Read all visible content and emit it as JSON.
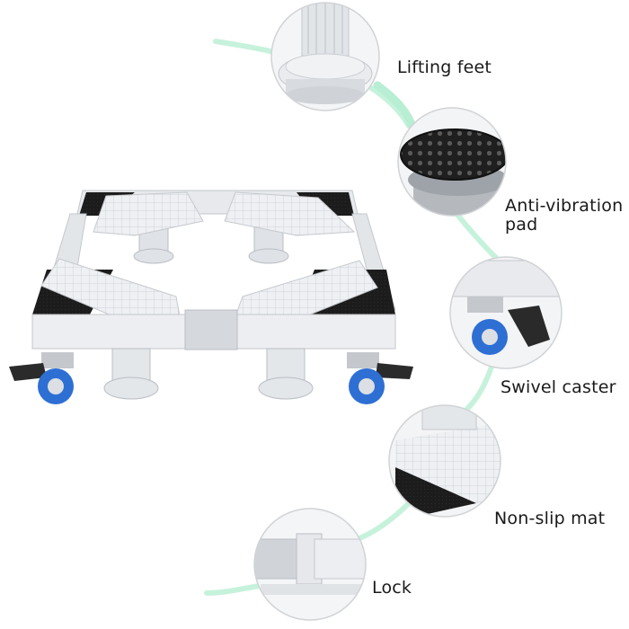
{
  "callouts": {
    "lifting_feet": "Lifting feet",
    "anti_vibration_line1": "Anti-vibration",
    "anti_vibration_line2": "pad",
    "swivel_caster": "Swivel caster",
    "non_slip_mat": "Non-slip mat",
    "lock": "Lock"
  },
  "colors": {
    "frame": "#e9ebee",
    "frame_shadow": "#c9cdd2",
    "mat": "#1e1e1e",
    "wheel_blue": "#2f6fd6",
    "curve_green": "#bff0d8"
  }
}
